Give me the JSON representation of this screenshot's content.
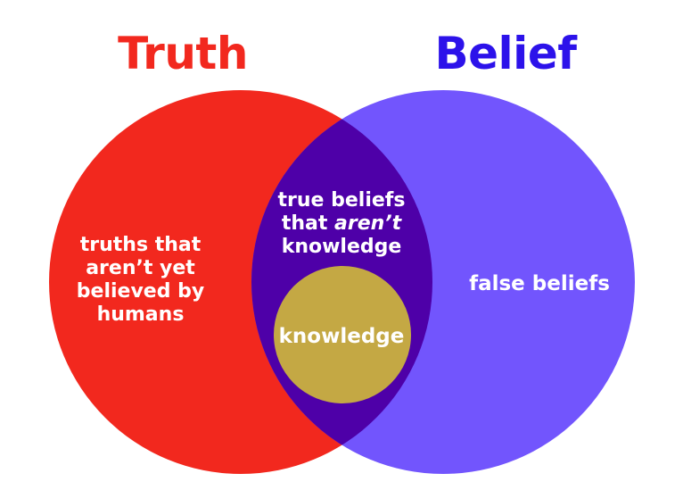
{
  "titles": {
    "truth": "Truth",
    "belief": "Belief"
  },
  "regions": {
    "truth_only": {
      "lines": [
        "truths that",
        "aren’t yet",
        "believed by",
        "humans"
      ]
    },
    "intersection": {
      "line1": "true beliefs",
      "line2_prefix": "that ",
      "line2_emphasis": "aren’t",
      "line3": "knowledge"
    },
    "knowledge": {
      "label": "knowledge"
    },
    "belief_only": {
      "label": "false beliefs"
    }
  },
  "colors": {
    "truth_title": "#f2281e",
    "belief_title": "#2c12ea",
    "truth_circle": "#f2281e",
    "belief_circle": "#7255fd",
    "intersection": "#4e00a8",
    "knowledge_circle": "#c4a844",
    "label_text": "#ffffff"
  }
}
